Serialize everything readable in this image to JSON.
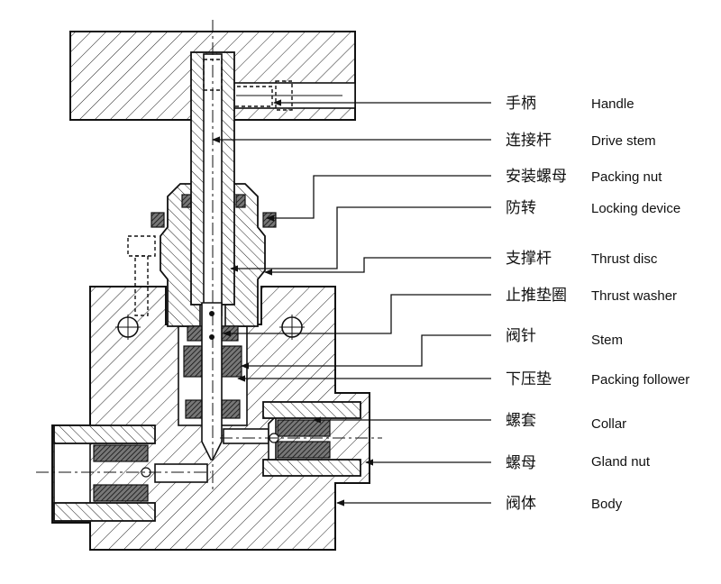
{
  "labels": [
    {
      "zh": "手柄",
      "en": "Handle"
    },
    {
      "zh": "连接杆",
      "en": "Drive stem"
    },
    {
      "zh": "安装螺母",
      "en": "Packing nut"
    },
    {
      "zh": "防转",
      "en": "Locking device"
    },
    {
      "zh": "支撑杆",
      "en": "Thrust disc"
    },
    {
      "zh": "止推垫圈",
      "en": "Thrust washer"
    },
    {
      "zh": "阀针",
      "en": "Stem"
    },
    {
      "zh": "下压垫",
      "en": "Packing follower"
    },
    {
      "zh": "螺套",
      "en": "Collar"
    },
    {
      "zh": "螺母",
      "en": "Gland nut"
    },
    {
      "zh": "阀体",
      "en": "Body"
    }
  ],
  "colors": {
    "ink": "#111111",
    "background": "#ffffff"
  }
}
